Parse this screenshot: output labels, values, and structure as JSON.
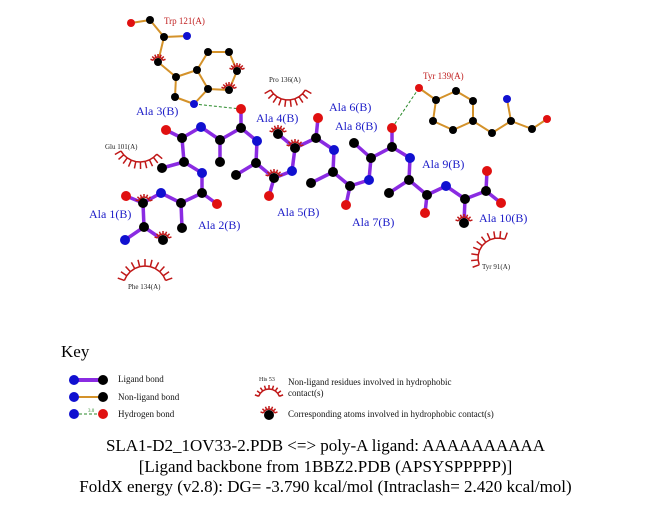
{
  "colors": {
    "ligand_bond": "#8a2be2",
    "nonligand_bond": "#d4922a",
    "hbond": "#2a8a2a",
    "carbon": "#000000",
    "nitrogen": "#1010d0",
    "oxygen": "#e01010",
    "hydrophobic": "#c01818",
    "residue_label": "#1c1cc8"
  },
  "ligand_residues": [
    "Ala 1(B)",
    "Ala 2(B)",
    "Ala 3(B)",
    "Ala 4(B)",
    "Ala 5(B)",
    "Ala 6(B)",
    "Ala 7(B)",
    "Ala 8(B)",
    "Ala 9(B)",
    "Ala 10(B)"
  ],
  "hbond_residues": [
    "Trp 121(A)",
    "Tyr 139(A)"
  ],
  "hydrophobic_residues": [
    "Pro 136(A)",
    "Glu 101(A)",
    "Phe 134(A)",
    "Tyr 91(A)"
  ],
  "key": {
    "title": "Key",
    "ligand_bond": "Ligand bond",
    "nonligand_bond": "Non-ligand bond",
    "hydrogen_bond": "Hydrogen bond",
    "hbond_distance": "3.0",
    "example_residue": "His 53",
    "hydrophobic_residues": "Non-ligand residues involved in hydrophobic contact(s)",
    "hydrophobic_atoms": "Corresponding atoms involved in hydrophobic contact(s)"
  },
  "caption": {
    "line1": "SLA1-D2_1OV33-2.PDB <=> poly-A ligand: AAAAAAAAAA",
    "line2": "[Ligand backbone from 1BBZ2.PDB (APSYSPPPPP)]",
    "line3": "FoldX energy (v2.8): DG= -3.790 kcal/mol (Intraclash= 2.420 kcal/mol)"
  }
}
